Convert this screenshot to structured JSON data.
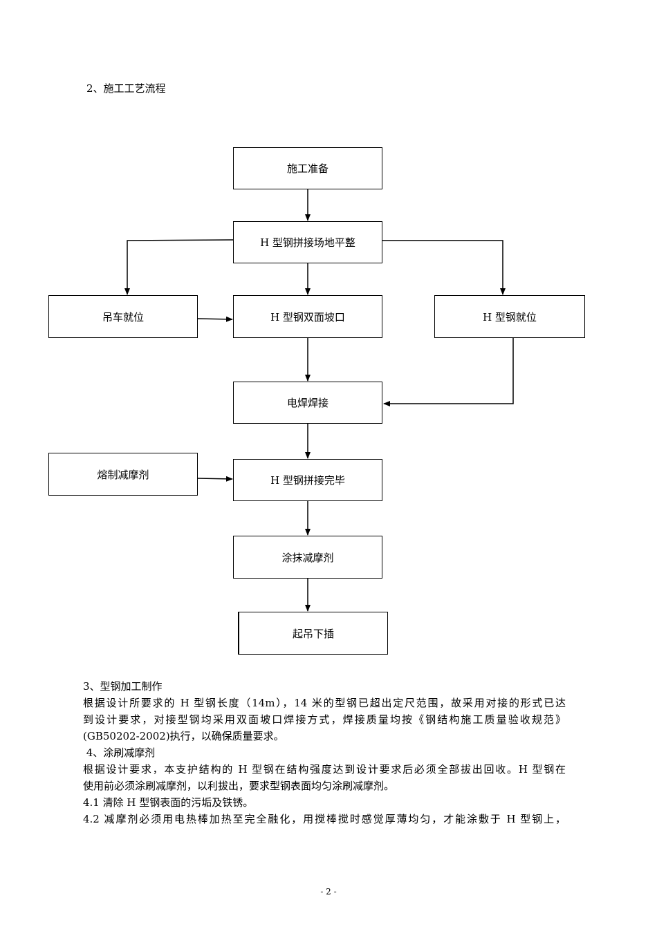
{
  "section2_heading": "2、施工工艺流程",
  "flowchart": {
    "prep": "施工准备",
    "site_level": "H 型钢拼接场地平整",
    "crane": "吊车就位",
    "bevel": "H 型钢双面坡口",
    "steel_position": "H 型钢就位",
    "weld": "电焊焊接",
    "melt_agent": "熔制减摩剂",
    "splice_done": "H 型钢拼接完毕",
    "apply_agent": "涂抹减摩剂",
    "lift_insert": "起吊下插"
  },
  "section3": {
    "heading": "3、型钢加工制作",
    "lines": [
      "根据设计所要求的 H 型钢长度（14m），14 米的型钢已超出定尺范围，故采用对接的形式已达",
      "到设计要求，对接型钢均采用双面坡口焊接方式，焊接质量均按《钢结构施工质量验收规范》",
      "(GB50202-2002)执行，以确保质量要求。"
    ]
  },
  "section4": {
    "heading": " 4、涂刷减摩剂",
    "lines": [
      "根据设计要求，本支护结构的 H 型钢在结构强度达到设计要求后必须全部拔出回收。H 型钢在",
      "使用前必须涂刷减摩剂，以利拔出，要求型钢表面均匀涂刷减摩剂。",
      "4.1 清除 H 型钢表面的污垢及铁锈。",
      "4.2 减摩剂必须用电热棒加热至完全融化，用搅棒搅时感觉厚薄均匀，才能涂敷于 H 型钢上，"
    ]
  },
  "footer": "- 2 -"
}
